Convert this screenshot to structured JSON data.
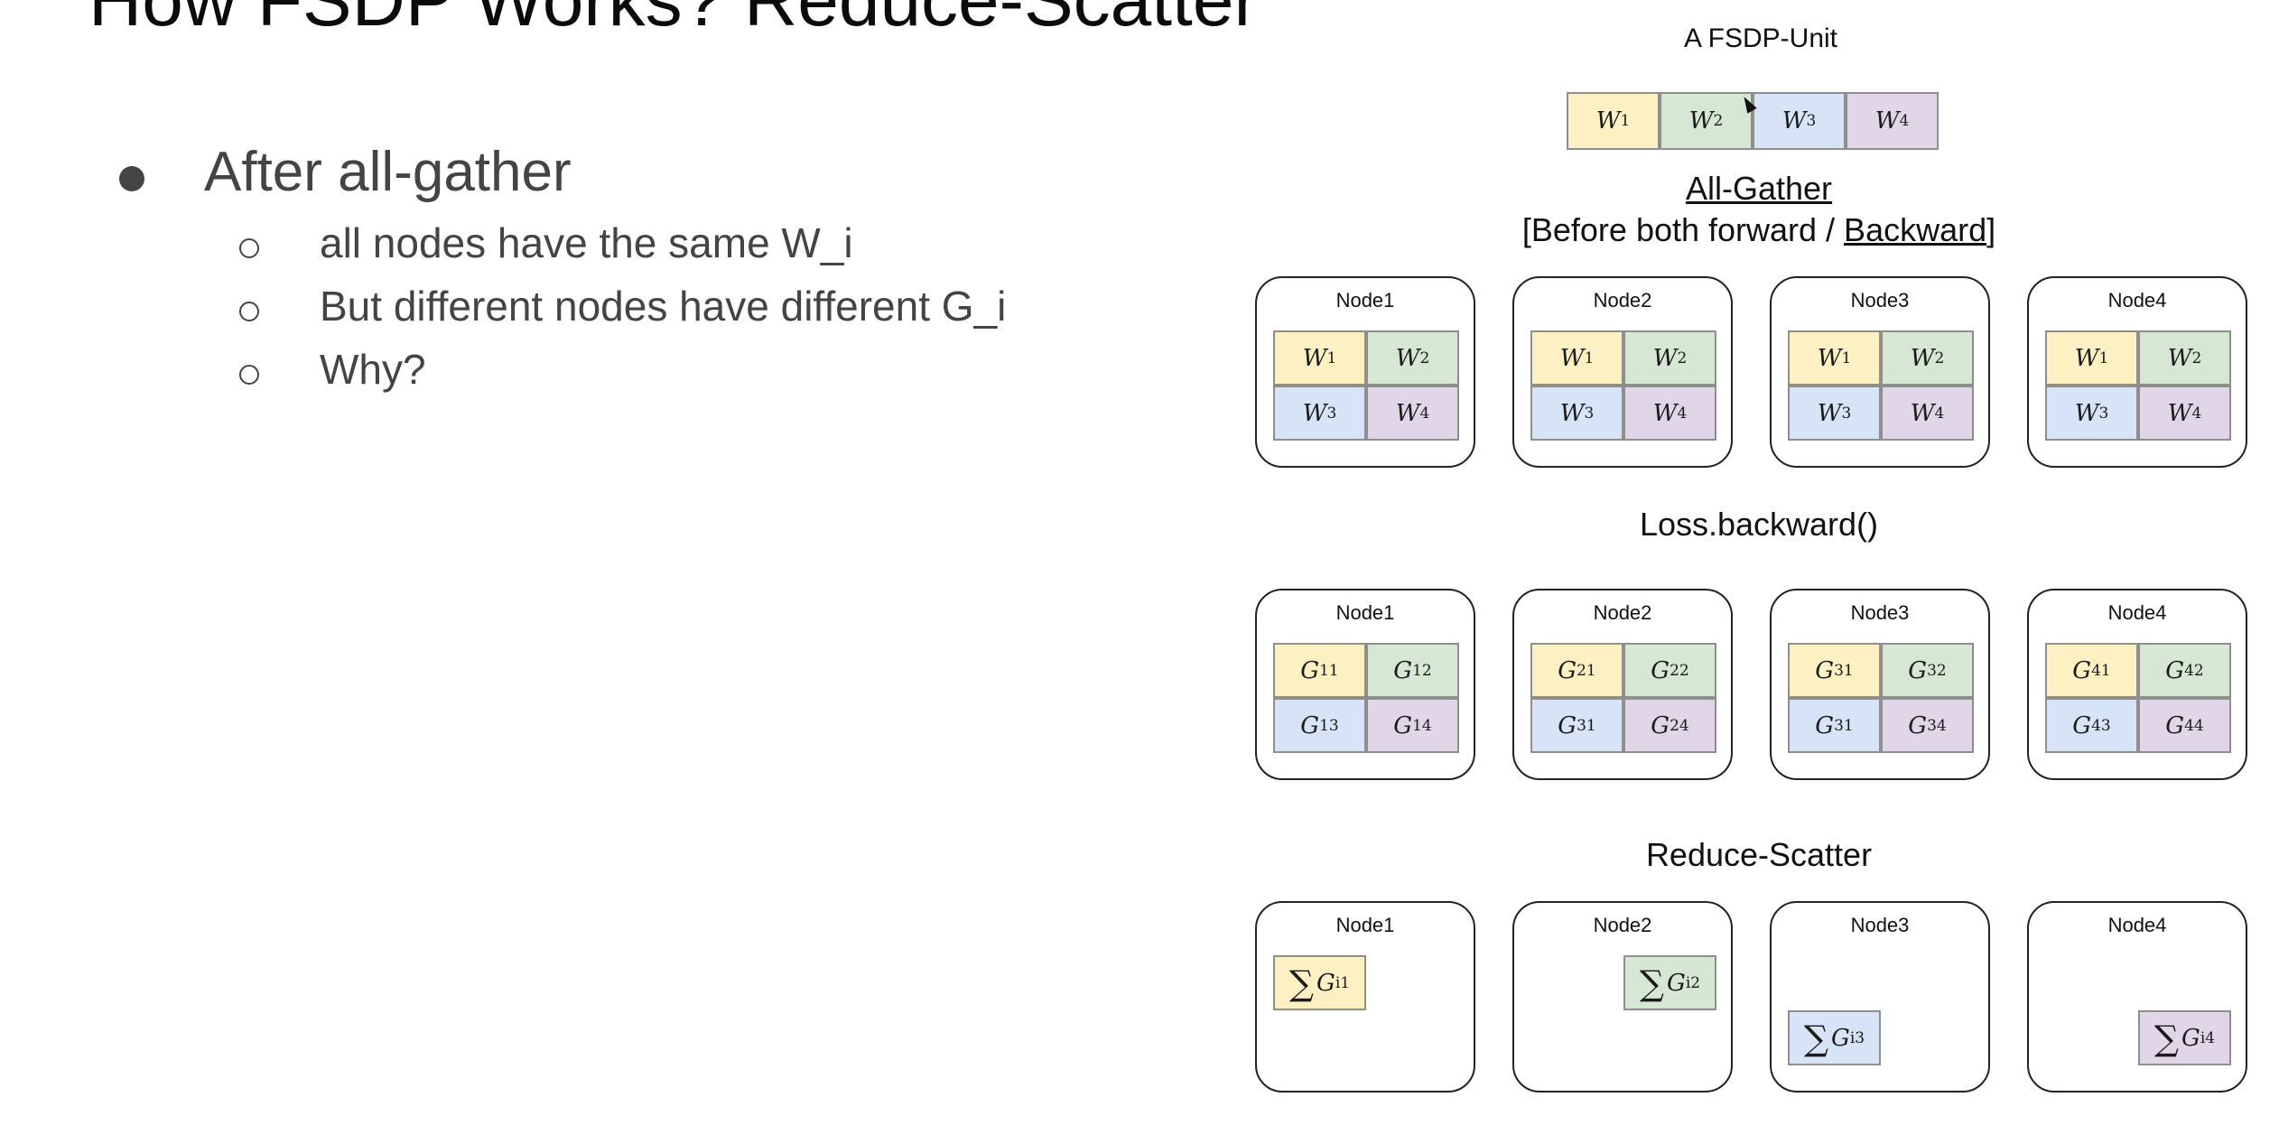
{
  "slide": {
    "title": "How FSDP Works? Reduce-Scatter",
    "bullet": "After all-gather",
    "sub_bullets": [
      "all nodes have the same W_i",
      "But different nodes have different G_i",
      "Why?"
    ]
  },
  "diagram": {
    "unit_title": "A FSDP-Unit",
    "unit_cells": [
      {
        "base": "W",
        "sub": "1"
      },
      {
        "base": "W",
        "sub": "2"
      },
      {
        "base": "W",
        "sub": "3"
      },
      {
        "base": "W",
        "sub": "4"
      }
    ],
    "all_gather": {
      "title": "All-Gather",
      "subtitle_prefix": "[Before both forward / ",
      "subtitle_link": "Backward",
      "subtitle_suffix": "]"
    },
    "backward_label": "Loss.backward()",
    "reduce_scatter_label": "Reduce-Scatter",
    "node_labels": [
      "Node1",
      "Node2",
      "Node3",
      "Node4"
    ],
    "gather_nodes": [
      [
        {
          "base": "W",
          "sub": "1"
        },
        {
          "base": "W",
          "sub": "2"
        },
        {
          "base": "W",
          "sub": "3"
        },
        {
          "base": "W",
          "sub": "4"
        }
      ],
      [
        {
          "base": "W",
          "sub": "1"
        },
        {
          "base": "W",
          "sub": "2"
        },
        {
          "base": "W",
          "sub": "3"
        },
        {
          "base": "W",
          "sub": "4"
        }
      ],
      [
        {
          "base": "W",
          "sub": "1"
        },
        {
          "base": "W",
          "sub": "2"
        },
        {
          "base": "W",
          "sub": "3"
        },
        {
          "base": "W",
          "sub": "4"
        }
      ],
      [
        {
          "base": "W",
          "sub": "1"
        },
        {
          "base": "W",
          "sub": "2"
        },
        {
          "base": "W",
          "sub": "3"
        },
        {
          "base": "W",
          "sub": "4"
        }
      ]
    ],
    "grad_nodes": [
      [
        {
          "base": "G",
          "sub": "11"
        },
        {
          "base": "G",
          "sub": "12"
        },
        {
          "base": "G",
          "sub": "13"
        },
        {
          "base": "G",
          "sub": "14"
        }
      ],
      [
        {
          "base": "G",
          "sub": "21"
        },
        {
          "base": "G",
          "sub": "22"
        },
        {
          "base": "G",
          "sub": "31"
        },
        {
          "base": "G",
          "sub": "24"
        }
      ],
      [
        {
          "base": "G",
          "sub": "31"
        },
        {
          "base": "G",
          "sub": "32"
        },
        {
          "base": "G",
          "sub": "31"
        },
        {
          "base": "G",
          "sub": "34"
        }
      ],
      [
        {
          "base": "G",
          "sub": "41"
        },
        {
          "base": "G",
          "sub": "42"
        },
        {
          "base": "G",
          "sub": "43"
        },
        {
          "base": "G",
          "sub": "44"
        }
      ]
    ],
    "reduced": [
      {
        "sigma": "∑",
        "base": "G",
        "sub": "i1"
      },
      {
        "sigma": "∑",
        "base": "G",
        "sub": "i2"
      },
      {
        "sigma": "∑",
        "base": "G",
        "sub": "i3"
      },
      {
        "sigma": "∑",
        "base": "G",
        "sub": "i4"
      }
    ],
    "colors": {
      "shard1": "#fdf1c4",
      "shard2": "#d6e8d3",
      "shard3": "#d7e3f6",
      "shard4": "#e1d6e8"
    }
  }
}
